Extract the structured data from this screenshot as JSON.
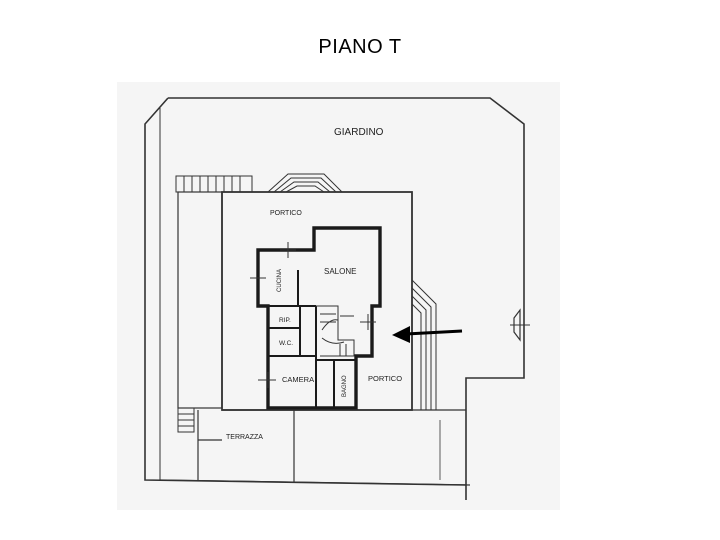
{
  "title": "PIANO T",
  "rooms": {
    "giardino": "GIARDINO",
    "portico_top": "PORTICO",
    "salone": "SALONE",
    "cucina": "CUCINA",
    "rip": "RIP.",
    "wc": "W.C.",
    "camera": "CAMERA",
    "bagno": "BAGNO",
    "portico_right": "PORTICO",
    "terrazza": "TERRAZZA"
  },
  "colors": {
    "paper": "#f6f6f6",
    "wall": "#1a1a1a",
    "line": "#333333"
  },
  "icons": {
    "entrance": "arrow-left-icon"
  }
}
